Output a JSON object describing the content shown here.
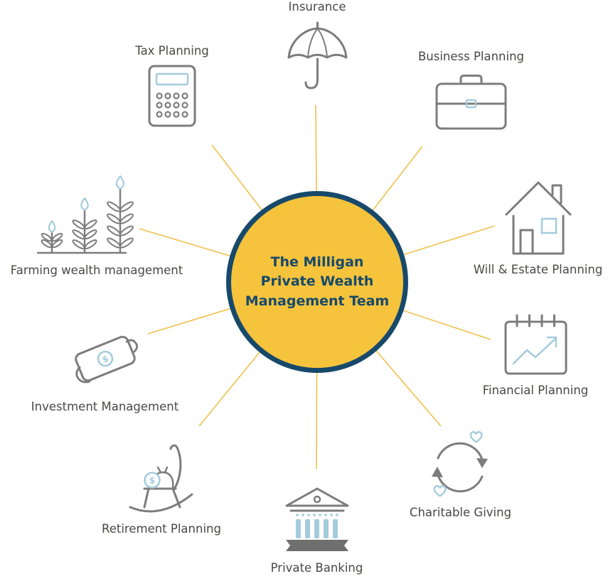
{
  "hub": {
    "title_lines": [
      "The Milligan",
      "Private Wealth",
      "Management Team"
    ]
  },
  "nodes": [
    {
      "label": "Insurance",
      "icon": "umbrella-icon"
    },
    {
      "label": "Business Planning",
      "icon": "briefcase-icon"
    },
    {
      "label": "Will & Estate Planning",
      "icon": "house-icon"
    },
    {
      "label": "Financial Planning",
      "icon": "calendar-chart-icon"
    },
    {
      "label": "Charitable Giving",
      "icon": "cycle-hearts-icon"
    },
    {
      "label": "Private Banking",
      "icon": "bank-icon"
    },
    {
      "label": "Retirement Planning",
      "icon": "rocking-chair-icon"
    },
    {
      "label": "Investment Management",
      "icon": "cash-handshake-icon"
    },
    {
      "label": "Farming wealth management",
      "icon": "crops-icon"
    },
    {
      "label": "Tax Planning",
      "icon": "calculator-icon"
    }
  ],
  "symbols": {
    "dollar": "$"
  },
  "colors": {
    "hub_fill": "#F5C33C",
    "hub_border": "#17496B",
    "hub_text": "#17496B",
    "spoke_line": "#F0C14B",
    "icon_gray": "#7C7C7C",
    "icon_blue": "#A4CBDC",
    "label_text": "#4B4843"
  }
}
